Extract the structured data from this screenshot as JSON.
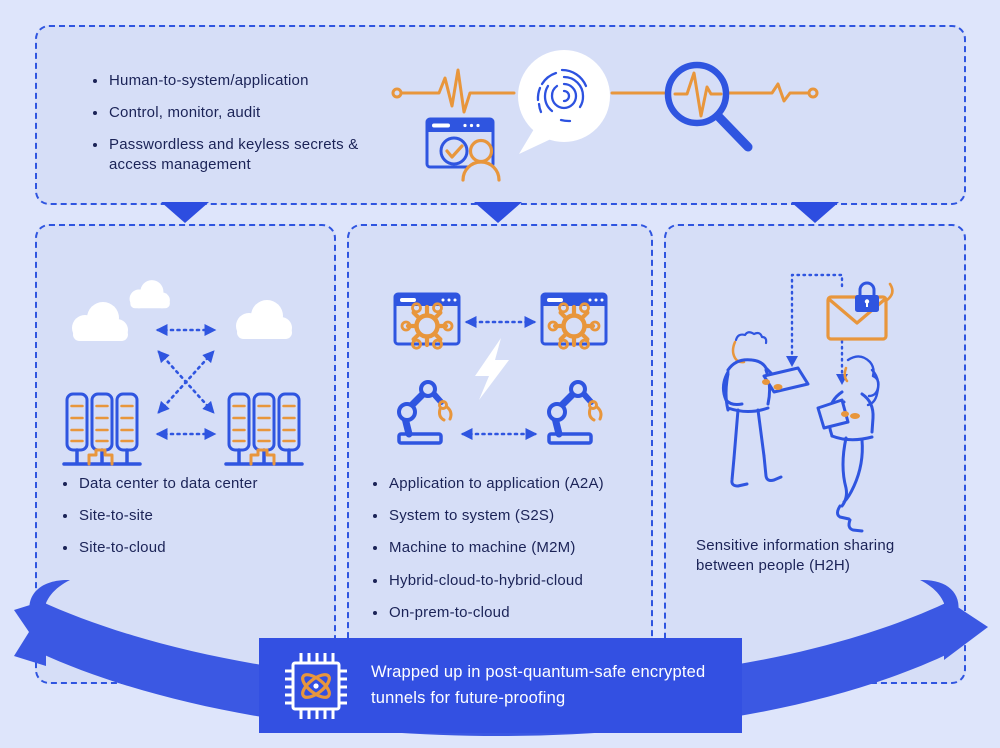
{
  "colors": {
    "background": "#dee5fb",
    "panel_fill": "#d6def7",
    "line_blue": "#2f55e0",
    "accent_orange": "#e8963c",
    "text_navy": "#1b2357",
    "solid_blue": "#3350e2",
    "white": "#ffffff"
  },
  "top_panel": {
    "bullets": [
      "Human-to-system/application",
      "Control, monitor, audit",
      "Passwordless and keyless secrets & access management"
    ]
  },
  "left_panel": {
    "bullets": [
      "Data center to data center",
      "Site-to-site",
      "Site-to-cloud"
    ]
  },
  "middle_panel": {
    "bullets": [
      "Application to application (A2A)",
      "System to system (S2S)",
      "Machine to machine (M2M)",
      "Hybrid-cloud-to-hybrid-cloud",
      "On-prem-to-cloud"
    ]
  },
  "right_panel": {
    "caption": "Sensitive information sharing between people (H2H)"
  },
  "banner": {
    "text": "Wrapped up in post-quantum-safe encrypted tunnels for future-proofing"
  },
  "icons": {
    "top": [
      "pulse-line",
      "browser-check",
      "user",
      "speech-bubble",
      "fingerprint",
      "magnifier"
    ],
    "left": [
      "cloud",
      "server-rack",
      "dotted-arrows"
    ],
    "middle": [
      "gear-app-window",
      "lightning-bolt",
      "robot-arm"
    ],
    "right": [
      "envelope-lock",
      "man-with-laptop",
      "woman-with-tablet"
    ],
    "banner": [
      "quantum-chip"
    ]
  }
}
